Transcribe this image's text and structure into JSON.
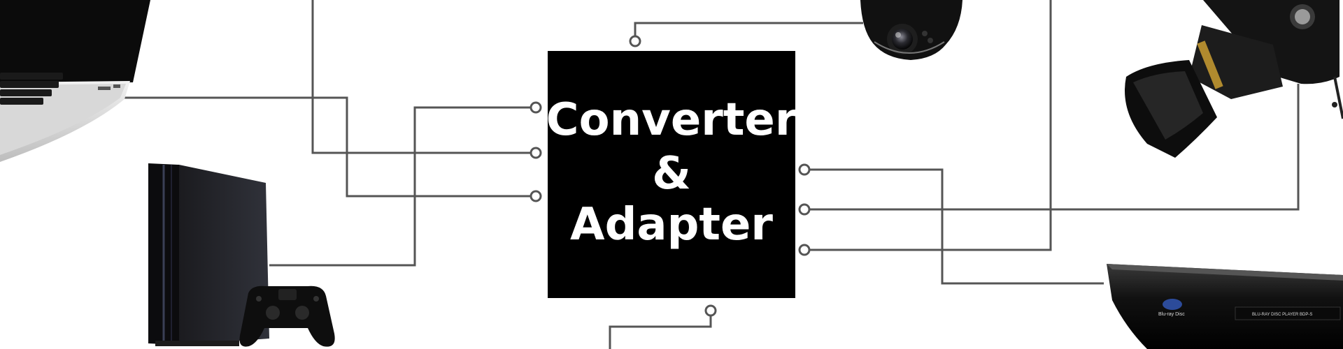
{
  "hub": {
    "line1": "Converter",
    "line2": "&",
    "line3": "Adapter"
  },
  "devices": {
    "laptop": {
      "icon": "laptop-icon"
    },
    "console": {
      "icon": "game-console-icon"
    },
    "controller": {
      "icon": "gamepad-icon"
    },
    "security_camera": {
      "icon": "dome-camera-icon"
    },
    "dslr_camera": {
      "icon": "dslr-camera-icon"
    },
    "bluray_player": {
      "icon": "bluray-player-icon",
      "logo_text": "Blu-ray Disc",
      "panel_text": "BLU-RAY DISC PLAYER BDP-S"
    }
  },
  "colors": {
    "wire": "#555555",
    "hub_fill": "#000000",
    "hub_text": "#ffffff",
    "background": "#ffffff"
  }
}
